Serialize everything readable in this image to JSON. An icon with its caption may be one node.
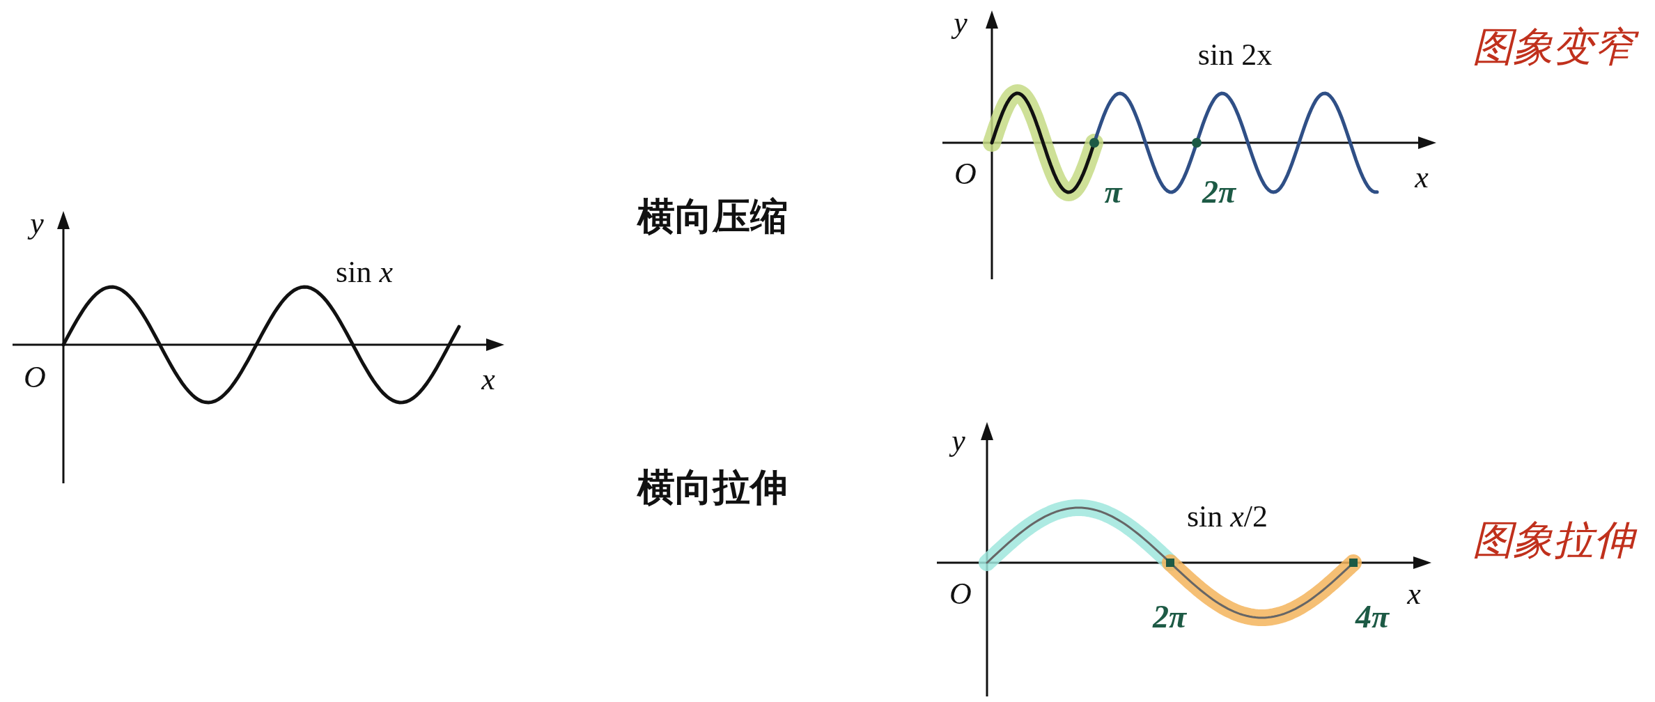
{
  "diagram": {
    "labels": [
      "y",
      "sin 2x",
      "图象变窄",
      "O",
      "π",
      "2π",
      "x",
      "横向压缩",
      "y",
      "sin *x*",
      "O",
      "x",
      "横向拉伸",
      "y",
      "sin *x*/2",
      "图象拉伸",
      "O",
      "x",
      "2π",
      "4π"
    ]
  }
}
